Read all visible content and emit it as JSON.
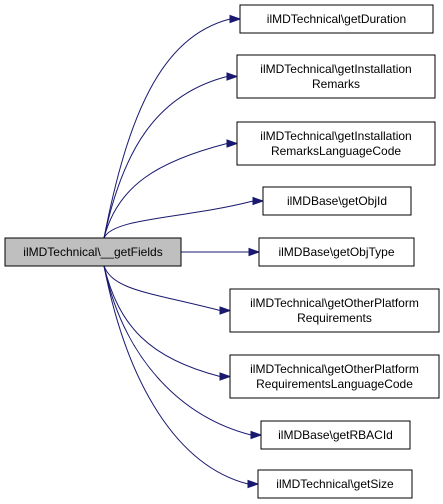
{
  "graph": {
    "colors": {
      "edge": "#191970",
      "source_fill": "#bfbfbf",
      "target_fill": "#ffffff",
      "border": "#000000"
    },
    "source": {
      "id": "src",
      "lines": [
        "ilMDTechnical\\__getFields"
      ]
    },
    "targets": [
      {
        "id": "t1",
        "lines": [
          "ilMDTechnical\\getDuration"
        ]
      },
      {
        "id": "t2",
        "lines": [
          "ilMDTechnical\\getInstallation",
          "Remarks"
        ]
      },
      {
        "id": "t3",
        "lines": [
          "ilMDTechnical\\getInstallation",
          "RemarksLanguageCode"
        ]
      },
      {
        "id": "t4",
        "lines": [
          "ilMDBase\\getObjId"
        ]
      },
      {
        "id": "t5",
        "lines": [
          "ilMDBase\\getObjType"
        ]
      },
      {
        "id": "t6",
        "lines": [
          "ilMDTechnical\\getOtherPlatform",
          "Requirements"
        ]
      },
      {
        "id": "t7",
        "lines": [
          "ilMDTechnical\\getOtherPlatform",
          "RequirementsLanguageCode"
        ]
      },
      {
        "id": "t8",
        "lines": [
          "ilMDBase\\getRBACId"
        ]
      },
      {
        "id": "t9",
        "lines": [
          "ilMDTechnical\\getSize"
        ]
      }
    ]
  }
}
